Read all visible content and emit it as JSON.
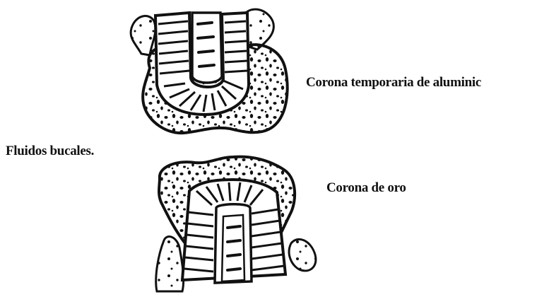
{
  "labels": {
    "top_crown": "Corona temporaria de aluminic",
    "fluids": "Fluidos bucales.",
    "bottom_crown": "Corona de oro"
  }
}
